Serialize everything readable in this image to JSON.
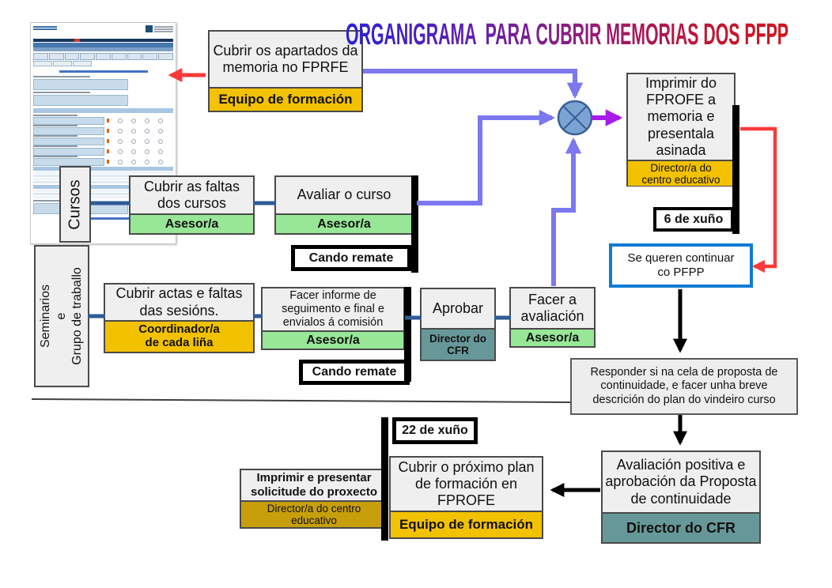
{
  "title": "ORGANIGRAMA  PARA CUBRIR MEMORIAS DOS PFPP",
  "lanes": {
    "cursos": "Cursos",
    "seminarios": "Seminarios\ne\nGrupo de traballo"
  },
  "steps": {
    "cubrir_apartados": {
      "label": "Cubrir os apartados da memoria no FPRFE",
      "role": "Equipo de formación"
    },
    "imprimir_memoria": {
      "label": "Imprimir do FPROFE a memoria e presentala asinada",
      "role": "Director/a do\ncentro educativo"
    },
    "cubrir_faltas": {
      "label": "Cubrir as faltas dos cursos",
      "role": "Asesor/a"
    },
    "avaliar_curso": {
      "label": "Avaliar o curso",
      "role": "Asesor/a"
    },
    "cubrir_actas": {
      "label": "Cubrir actas e faltas das sesións.",
      "role": "Coordinador/a\nde cada liña"
    },
    "facer_informe": {
      "label": "Facer informe de seguimento e final e envialos á comisión",
      "role": "Asesor/a"
    },
    "aprobar": {
      "label": "Aprobar",
      "role": "Director do CFR"
    },
    "facer_avaliacion": {
      "label": "Facer a avaliación",
      "role": "Asesor/a"
    },
    "avaliacion_positiva": {
      "label": "Avaliación positiva e aprobación da Proposta de continuidade",
      "role": "Director do CFR"
    },
    "cubrir_proximo": {
      "label": "Cubrir o próximo plan de formación en FPROFE",
      "role": "Equipo de formación"
    },
    "imprimir_solicitude": {
      "label": "Imprimir e presentar solicitude do proxecto",
      "role": "Director/a do centro\neducativo"
    }
  },
  "decision": {
    "se_queren": "Se queren continuar\nco PFPP"
  },
  "notes": {
    "responder": "Responder si na cela de proposta de continuidade, e facer  unha breve descrición do plan do vindeiro curso"
  },
  "milestones": {
    "cando_remate_cursos": "Cando remate",
    "cando_remate_seminarios": "Cando remate",
    "data_6_xuno": "6 de xuño",
    "data_22_xuno": "22 de xuño"
  },
  "colors": {
    "band_yellow": "#F2C100",
    "band_dark_gold": "#C79F0A",
    "band_green": "#97E797",
    "band_teal": "#679899",
    "box_fill": "#EFEFEF",
    "connector_dark_blue": "#2E5C96",
    "connector_blue_violet": "#7B78F0",
    "connector_magenta": "#A91AE8",
    "connector_red": "#FB3A3A",
    "decision_border_blue": "#0C7CD5",
    "junction_fill": "#7BA4D2",
    "title_gradient": [
      "#2A21DB",
      "#6A20A8",
      "#951C78",
      "#BE1638",
      "#D31318"
    ]
  }
}
